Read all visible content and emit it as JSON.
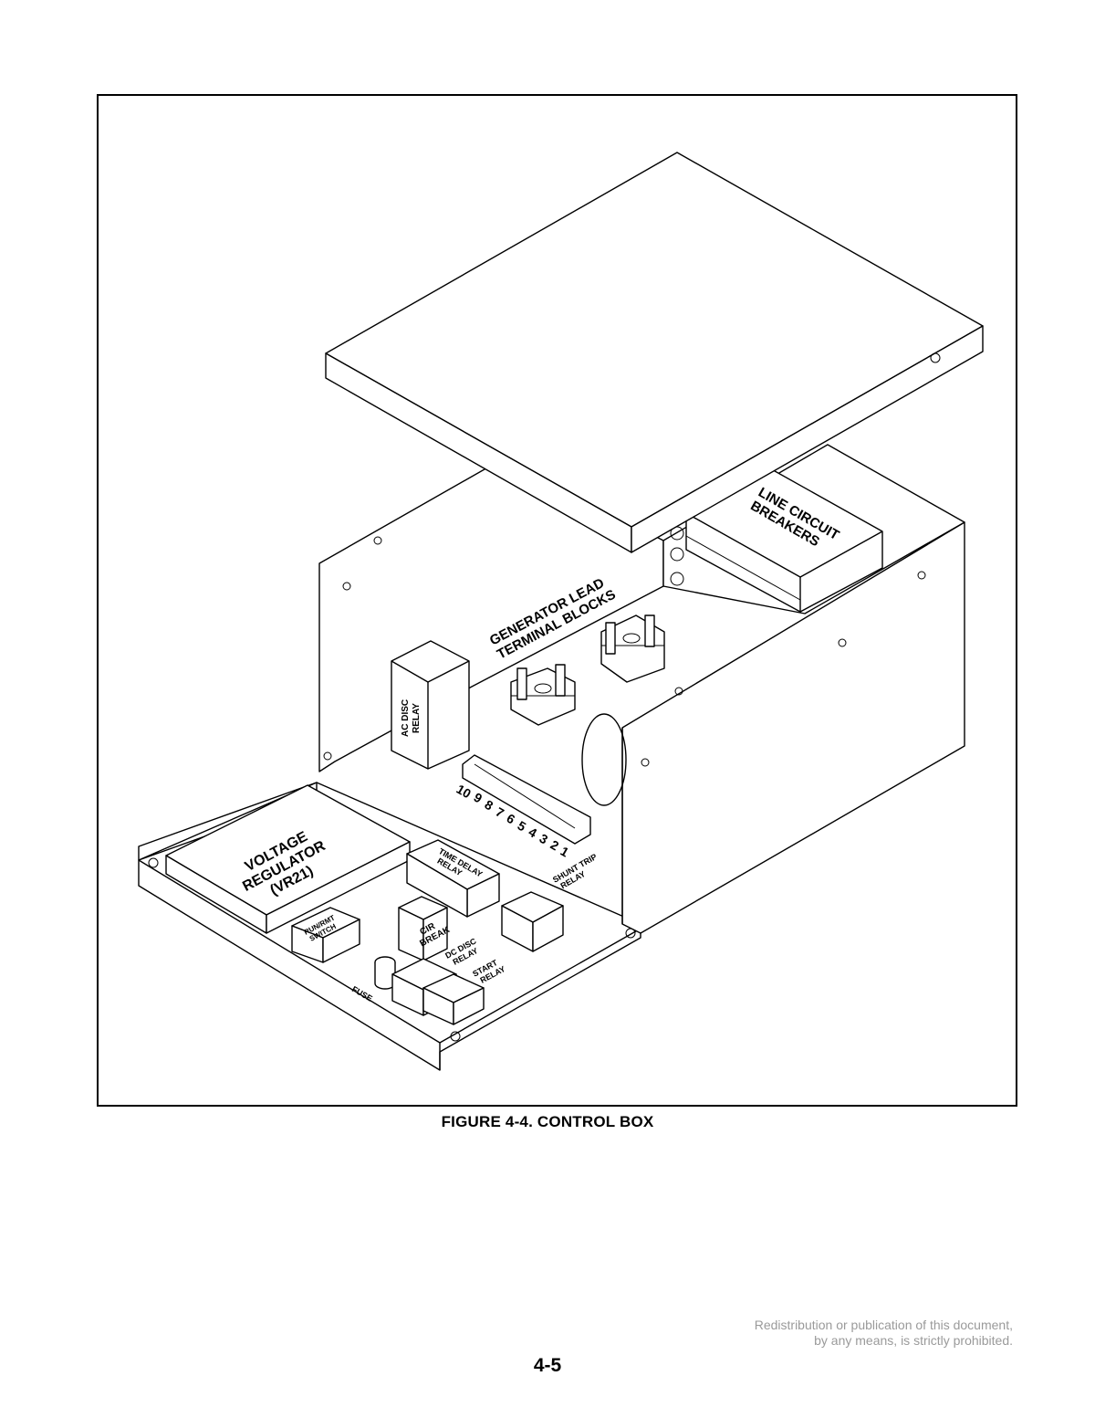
{
  "figure": {
    "caption": "FIGURE 4-4. CONTROL BOX",
    "labels": {
      "line_circuit_breakers": [
        "LINE CIRCUIT",
        "BREAKERS"
      ],
      "generator_lead_terminal_blocks": [
        "GENERATOR LEAD",
        "TERMINAL BLOCKS"
      ],
      "ac_disc_relay": [
        "AC DISC",
        "RELAY"
      ],
      "voltage_regulator": [
        "VOLTAGE",
        "REGULATOR",
        "(VR21)"
      ],
      "time_delay_relay": [
        "TIME DELAY",
        "RELAY"
      ],
      "shunt_trip_relay": [
        "SHUNT TRIP",
        "RELAY"
      ],
      "run_rmt_switch": [
        "RUN/RMT",
        "SWITCH"
      ],
      "cir_break": [
        "CIR",
        "BREAK"
      ],
      "dc_disc_relay": [
        "DC DISC",
        "RELAY"
      ],
      "start_relay": [
        "START",
        "RELAY"
      ],
      "fuse": "FUSE"
    },
    "terminal_numbers": [
      "10",
      "9",
      "8",
      "7",
      "6",
      "5",
      "4",
      "3",
      "2",
      "1"
    ]
  },
  "footer": {
    "copyright_line1": "Redistribution or publication of this document,",
    "copyright_line2": "by any means, is strictly prohibited.",
    "page_number": "4-5"
  }
}
